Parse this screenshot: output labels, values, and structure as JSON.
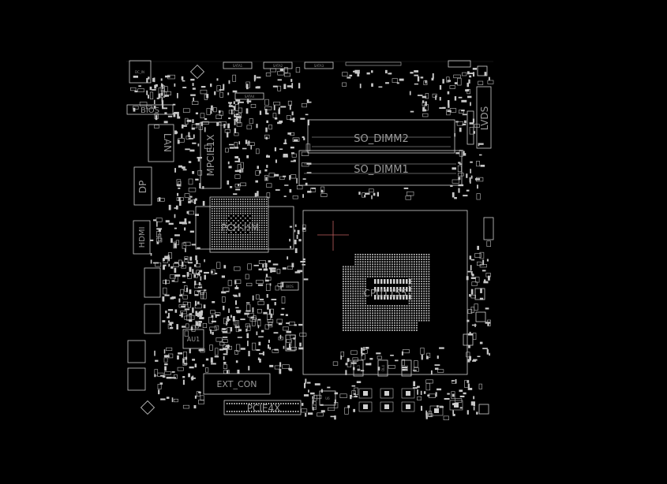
{
  "components": {
    "so_dimm2": "SO_DIMM2",
    "so_dimm1": "SO_DIMM1",
    "lvds": "LVDS",
    "lan": "LAN",
    "mpcie1x": "MPCIE1X",
    "dp": "DP",
    "hdmi": "HDMI",
    "pch": "PCH-HM",
    "cpu": "CPU1155",
    "au1": "AU1",
    "ext_con": "EXT_CON",
    "pcie4x": "PCIE4X",
    "u6": "U6",
    "sata1": "SATA1",
    "sata2": "SATA2",
    "sata3": "SATA3",
    "sata4": "SATA4",
    "bios": "BIOS",
    "bios2": "BIOS",
    "dc_in": "DC_IN",
    "dl3": "DL3",
    "dl4": "DL4",
    "dl2": "DL2",
    "dl5": "DL5"
  },
  "colors": {
    "background": "#000000",
    "silkscreen": "#cfcfcf",
    "label": "#9a9a9a",
    "marker": "#c06060"
  }
}
